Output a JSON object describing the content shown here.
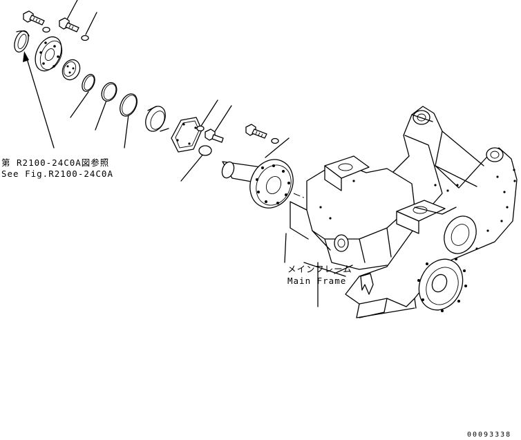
{
  "reference_label": {
    "jp": "第 R2100-24C0A図参照",
    "en": "See Fig.R2100-24C0A"
  },
  "frame_label": {
    "jp": "メインフレーム",
    "en": "Main Frame"
  },
  "drawing_number": "00093338"
}
